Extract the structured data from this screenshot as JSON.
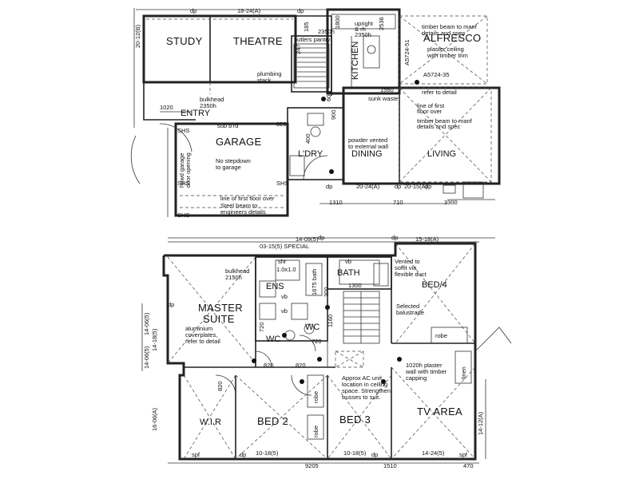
{
  "ground_floor": {
    "rooms": {
      "study": "STUDY",
      "theatre": "THEATRE",
      "alfresco": "ALFRESCO",
      "kitchen": "KITCHEN",
      "entry": "ENTRY",
      "garage": "GARAGE",
      "laundry": "L'DRY",
      "dining": "DINING",
      "living": "LIVING"
    },
    "notes": {
      "bulkhead": "bulkhead",
      "bulkhead_height": "2350h",
      "plumbing": "plumbing",
      "stack": "stack",
      "butlers_pantry": "butlers pantry",
      "upright": "upright",
      "rh": "& rh",
      "upright_height": "2350h",
      "timber_beam_1": "timber beam to manf",
      "timber_beam_2": "details and spec",
      "plaster_1": "plaster ceiling",
      "plaster_2": "with timber trim",
      "refer_detail": "refer to detail",
      "line_first_1": "line of first",
      "line_first_2": "floor over",
      "timber_beam_3": "timber beam to manf",
      "timber_beam_4": "details and spec",
      "sunk_waste": "sunk waste",
      "powder_1": "powder vented",
      "powder_2": "to external wall",
      "sub_bd": "sub b'rd",
      "no_stepdown_1": "No stepdown",
      "no_stepdown_2": "to garage",
      "hawd_1": "hawd garage",
      "hawd_2": "door opening",
      "line_first_floor": "line of first floor over",
      "steel_beam_1": "Steel beam to",
      "steel_beam_2": "engineers details",
      "shs1": "SHS",
      "shs2": "SHS",
      "shs3": "SHS",
      "shs4": "SHS",
      "dp1": "dp",
      "dp2": "dp",
      "dp3": "dp",
      "dp4": "dp",
      "dp5": "dp"
    },
    "dims": {
      "top": "18-24(A)",
      "d1020": "1020",
      "d185": "185",
      "d247": "247",
      "d820": "820",
      "d1560": "1560",
      "d600": "600",
      "d1310": "1310",
      "d710": "710",
      "d3300": "3300",
      "bottom1": "20-24(A)",
      "bottom2": "20-15(A)",
      "d2350h": "2350h",
      "left_dim": "20-12(B)",
      "a5724": "A5724-51",
      "a5724b": "A5724-35",
      "d1800": "1800",
      "d2536": "2536",
      "d400": "400",
      "d900": "900"
    }
  },
  "first_floor": {
    "rooms": {
      "master_1": "MASTER",
      "master_2": "SUITE",
      "ens": "ENS",
      "bath": "BATH",
      "bed4": "BED/4",
      "wc1": "WC",
      "wc2": "WC",
      "wir": "W.I.R",
      "bed2": "BED 2",
      "bed3": "BED 3",
      "tv": "TV AREA"
    },
    "notes": {
      "bulkhead": "bulkhead",
      "bulkhead_h": "2150h",
      "shr": "shr",
      "shr_size": "1.0x1.0",
      "vb1": "vb",
      "vb2": "vb",
      "vb3": "vb",
      "bath_size": "1675 bath",
      "vented_1": "Vented to",
      "vented_2": "soffit via",
      "vented_3": "flexible duct",
      "selected_1": "Selected",
      "selected_2": "balustrade",
      "robe1": "robe",
      "robe2": "robe",
      "robe3": "robe",
      "linen": "linen",
      "alum_1": "aluminium",
      "alum_2": "coverplates,",
      "alum_3": "refer to detail",
      "ac_1": "Approx AC unit",
      "ac_2": "location in ceiling",
      "ac_3": "space. Strengthen",
      "ac_4": "trusses to suit.",
      "plaster_1": "1020h plaster",
      "plaster_2": "wall with timber",
      "plaster_3": "capping",
      "spf1": "spf",
      "spf2": "spf",
      "dp1": "dp",
      "dp2": "dp",
      "dp3": "dp",
      "dp4": "dp",
      "dp5": "dp"
    },
    "dims": {
      "top1": "03-15(5) SPECIAL",
      "top2": "14-09(5)",
      "top3": "15-18(A)",
      "left1": "14-06(5)",
      "left2": "14-18(5)",
      "left3": "14-06(5)",
      "left4": "16-06(A)",
      "right1": "14-12(A)",
      "bottom1": "10-18(5)",
      "bottom2": "10-18(5)",
      "bottom3": "14-24(5)",
      "bottom4": "9205",
      "bottom5": "1510",
      "bottom6": "470",
      "d300": "300",
      "d1300": "1300",
      "d1160": "1160",
      "d720": "720",
      "d820a": "820",
      "d820b": "820",
      "d820c": "820",
      "d720b": "720"
    }
  }
}
